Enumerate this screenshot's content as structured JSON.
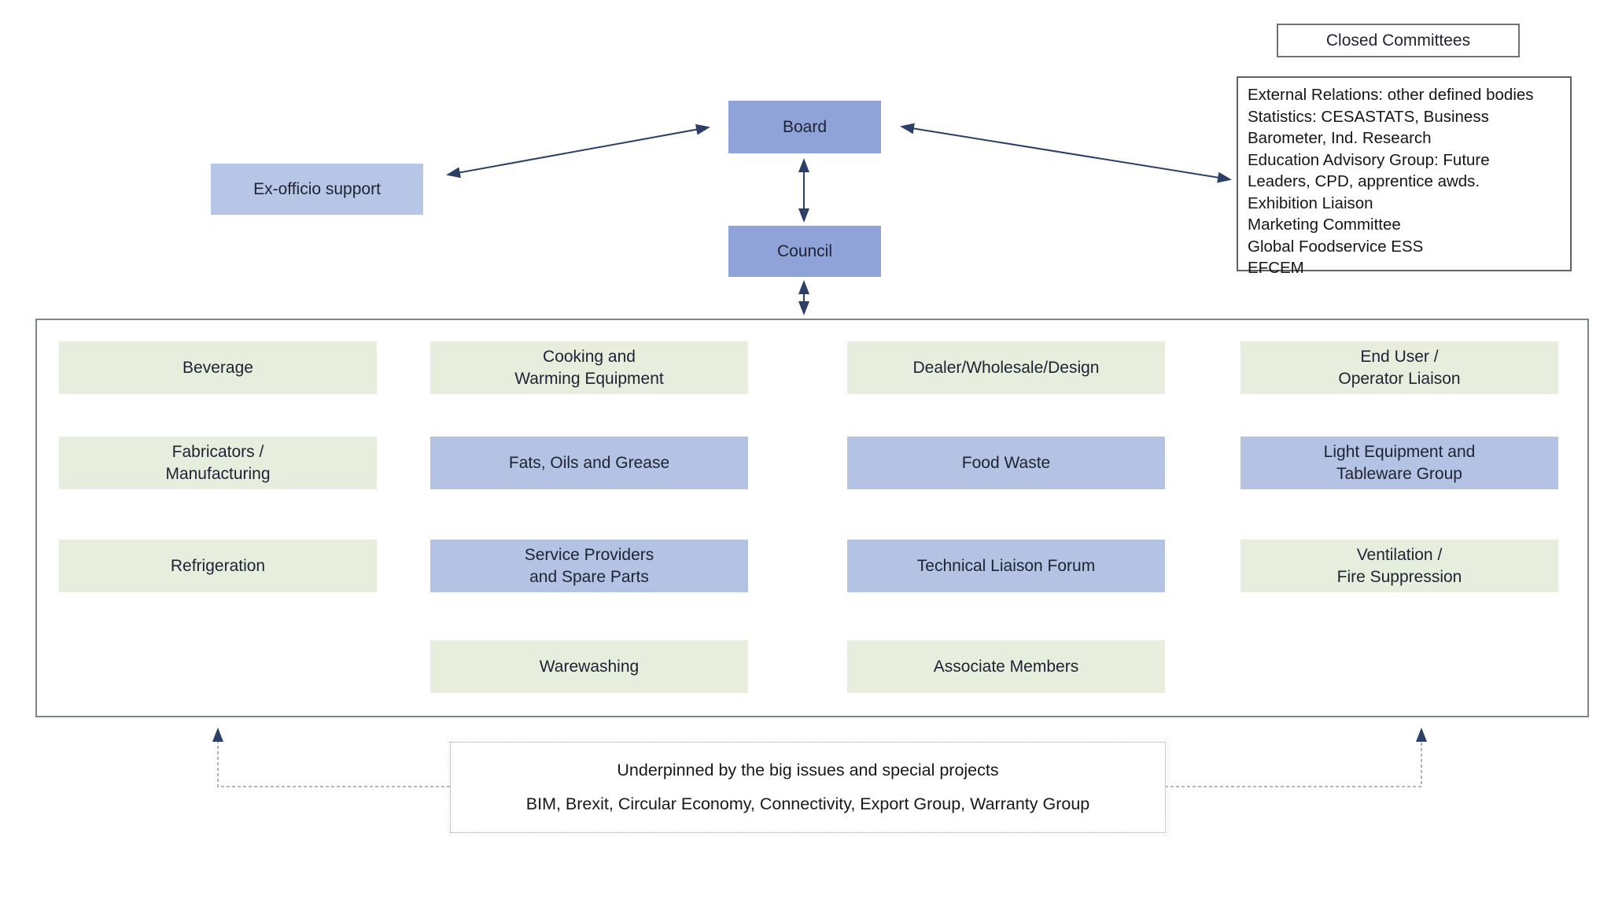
{
  "diagram": {
    "title_box": {
      "label": "Closed Committees"
    },
    "closed_committees_list": "External Relations: other defined bodies\nStatistics: CESASTATS, Business\nBarometer, Ind. Research\nEducation Advisory Group: Future\nLeaders, CPD, apprentice awds.\nExhibition Liaison\nMarketing Committee\nGlobal Foodservice ESS\nEFCEM",
    "board_label": "Board",
    "council_label": "Council",
    "ex_officio_label": "Ex-officio support",
    "sections": [
      {
        "label": "Beverage",
        "color": "green"
      },
      {
        "label": "Cooking and\nWarming Equipment",
        "color": "green"
      },
      {
        "label": "Dealer/Wholesale/Design",
        "color": "green"
      },
      {
        "label": "End User /\nOperator Liaison",
        "color": "green"
      },
      {
        "label": "Fabricators /\nManufacturing",
        "color": "green"
      },
      {
        "label": "Fats, Oils and Grease",
        "color": "blue"
      },
      {
        "label": "Food Waste",
        "color": "blue"
      },
      {
        "label": "Light Equipment and\nTableware Group",
        "color": "blue"
      },
      {
        "label": "Refrigeration",
        "color": "green"
      },
      {
        "label": "Service Providers\nand Spare Parts",
        "color": "blue"
      },
      {
        "label": "Technical Liaison Forum",
        "color": "blue"
      },
      {
        "label": "Ventilation /\nFire Suppression",
        "color": "green"
      },
      {
        "label": "Warewashing",
        "color": "green"
      },
      {
        "label": "Associate Members",
        "color": "green"
      }
    ],
    "footer": {
      "line1": "Underpinned by the big issues and special projects",
      "line2": "BIM, Brexit, Circular Economy, Connectivity, Export Group, Warranty Group"
    },
    "colors": {
      "board_fill": "#8fa3d8",
      "ex_officio_fill": "#b7c6e6",
      "section_blue_fill": "#b4c3e3",
      "section_green_fill": "#e7eedd",
      "arrow": "#2d3f66",
      "dashed_line": "#9aa0a8",
      "box_border": "#6f7377"
    }
  }
}
